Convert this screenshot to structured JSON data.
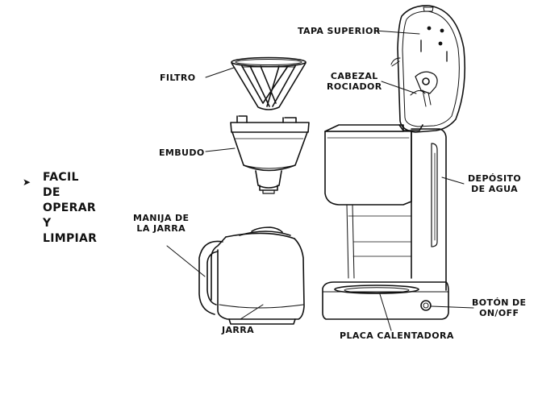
{
  "headline": {
    "arrow": "➤",
    "lines": [
      "FACIL DE",
      "OPERAR Y",
      "LIMPIAR"
    ]
  },
  "labels": {
    "tapa_superior": "TAPA SUPERIOR",
    "filtro": "FILTRO",
    "cabezal_rociador": [
      "CABEZAL",
      "ROCIADOR"
    ],
    "embudo": "EMBUDO",
    "deposito_agua": [
      "DEPÓSITO",
      "DE AGUA"
    ],
    "manija_jarra": [
      "MANIJA DE",
      "LA JARRA"
    ],
    "boton_on_off": [
      "BOTÓN DE",
      "ON/OFF"
    ],
    "jarra": "JARRA",
    "placa_calentadora": "PLACA CALENTADORA"
  }
}
